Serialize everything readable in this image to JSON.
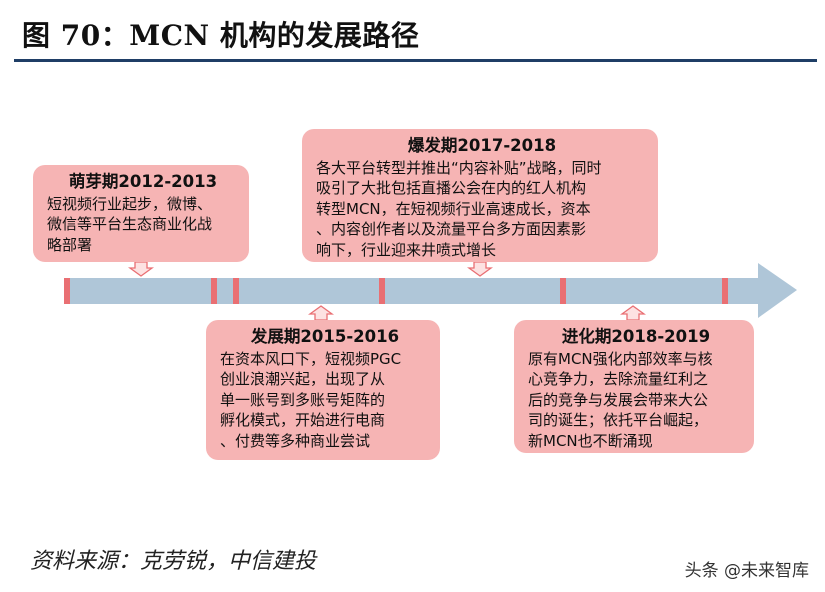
{
  "title": "图 70：MCN 机构的发展路径",
  "colors": {
    "accent": "#1f3e66",
    "box": "#f6b4b4",
    "arrow": "#afc6d8",
    "tick": "#e96f73"
  },
  "stages": [
    {
      "title": "萌芽期2012-2013",
      "text": "短视频行业起步，微博、\n微信等平台生态商业化战\n略部署"
    },
    {
      "title": "爆发期2017-2018",
      "text": "各大平台转型并推出“内容补贴”战略，同时\n吸引了大批包括直播公会在内的红人机构\n转型MCN，在短视频行业高速成长，资本\n、内容创作者以及流量平台多方面因素影\n响下，行业迎来井喷式增长"
    },
    {
      "title": "发展期2015-2016",
      "text": "在资本风口下，短视频PGC\n创业浪潮兴起，出现了从\n单一账号到多账号矩阵的\n孵化模式，开始进行电商\n、付费等多种商业尝试"
    },
    {
      "title": "进化期2018-2019",
      "text": "原有MCN强化内部效率与核\n心竞争力，去除流量红利之\n后的竞争与发展会带来大公\n司的诞生；依托平台崛起，\n新MCN也不断涌现"
    }
  ],
  "source": "资料来源：克劳锐，中信建投",
  "watermark": "头条 @未来智库"
}
